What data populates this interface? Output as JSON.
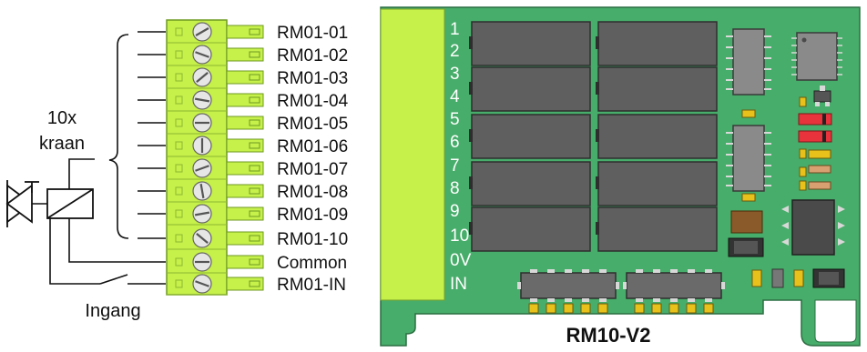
{
  "left_annotation": {
    "count": "10x",
    "word": "kraan",
    "input_label": "Ingang"
  },
  "terminal_labels": [
    "RM01-01",
    "RM01-02",
    "RM01-03",
    "RM01-04",
    "RM01-05",
    "RM01-06",
    "RM01-07",
    "RM01-08",
    "RM01-09",
    "RM01-10",
    "Common",
    "RM01-IN"
  ],
  "pcb_pin_numbers": [
    "1",
    "2",
    "3",
    "4",
    "5",
    "6",
    "7",
    "8",
    "9",
    "10",
    "0V",
    "IN"
  ],
  "board_name": "RM10-V2",
  "colors": {
    "terminal_green": "#c6f04a",
    "pcb_green": "#47ad6a",
    "relay_grey": "#5f5f5f",
    "ic_grey": "#8a8a8a",
    "led_red": "#e8323c",
    "smd_yellow": "#e8c21a",
    "capacitor_brown": "#8a5a2a"
  }
}
